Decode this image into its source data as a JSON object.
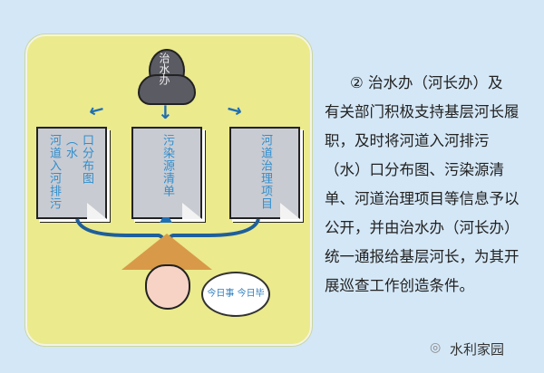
{
  "diagram": {
    "hub_label": "治水办",
    "documents": [
      {
        "lines": [
          "河道入河排污（水",
          "口分布图"
        ]
      },
      {
        "lines": [
          "污染源清单"
        ]
      },
      {
        "lines": [
          "河道治理项目"
        ]
      }
    ],
    "speech_bubble": "今日事 今日毕"
  },
  "description_lines": [
    "② 治水办（河长办）及",
    "有关部门积极支持基层河长履",
    "职，及时将河道入河排污",
    "（水）口分布图、污染源清",
    "单、河道治理项目等信息予以",
    "公开，并由治水办（河长办）",
    "统一通报给基层河长，为其开",
    "展巡查工作创造条件。"
  ],
  "watermark": "水利家园",
  "colors": {
    "background": "#d4e7f6",
    "panel": "#ebea8d",
    "arrow": "#1f6fb4"
  }
}
